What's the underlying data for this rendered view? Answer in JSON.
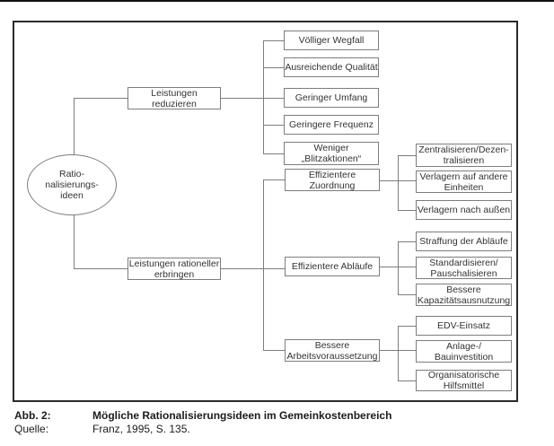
{
  "diagram": {
    "root": {
      "label": "Ratio-\nnalisierungs-\nideen"
    },
    "level1": [
      {
        "label": "Leistungen\nreduzieren"
      },
      {
        "label": "Leistungen rationeller\nerbringen"
      }
    ],
    "reduce_options": [
      "Völliger Wegfall",
      "Ausreichende Qualität",
      "Geringer Umfang",
      "Geringere Frequenz",
      "Weniger\n„Blitzaktionen“"
    ],
    "level2": [
      "Effizientere\nZuordnung",
      "Effizientere Abläufe",
      "Bessere\nArbeitsvoraussetzung"
    ],
    "zuordnung_options": [
      "Zentralisieren/Dezen-\ntralisieren",
      "Verlagern auf andere\nEinheiten",
      "Verlagern nach außen"
    ],
    "ablaeufe_options": [
      "Straffung der Abläufe",
      "Standardisieren/\nPauschalisieren",
      "Bessere\nKapazitätsausnutzung"
    ],
    "arbeits_options": [
      "EDV-Einsatz",
      "Anlage-/\nBauinvestition",
      "Organisatorische\nHilfsmittel"
    ]
  },
  "caption": {
    "figure_label": "Abb. 2:",
    "figure_title": "Mögliche Rationalisierungsideen im Gemeinkostenbereich",
    "source_label": "Quelle:",
    "source_text": "Franz, 1995, S. 135."
  },
  "colors": {
    "line_gray": "#7d7d7d",
    "frame_dark": "#2a2a2a",
    "text": "#333333",
    "background": "#ffffff"
  }
}
